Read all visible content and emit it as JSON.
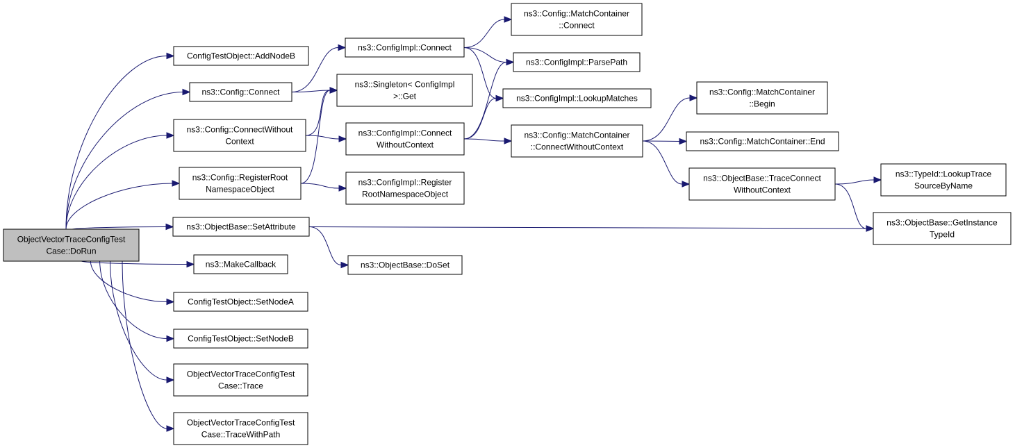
{
  "graph": {
    "nodes": [
      {
        "id": "root",
        "lines": [
          "ObjectVectorTraceConfigTest",
          "Case::DoRun"
        ],
        "root": true
      },
      {
        "id": "addB",
        "lines": [
          "ConfigTestObject::AddNodeB"
        ]
      },
      {
        "id": "cc",
        "lines": [
          "ns3::Config::Connect"
        ]
      },
      {
        "id": "cwc",
        "lines": [
          "ns3::Config::ConnectWithout",
          "Context"
        ]
      },
      {
        "id": "rrno",
        "lines": [
          "ns3::Config::RegisterRoot",
          "NamespaceObject"
        ]
      },
      {
        "id": "sa",
        "lines": [
          "ns3::ObjectBase::SetAttribute"
        ]
      },
      {
        "id": "mcb",
        "lines": [
          "ns3::MakeCallback"
        ]
      },
      {
        "id": "sna",
        "lines": [
          "ConfigTestObject::SetNodeA"
        ]
      },
      {
        "id": "snb",
        "lines": [
          "ConfigTestObject::SetNodeB"
        ]
      },
      {
        "id": "tr",
        "lines": [
          "ObjectVectorTraceConfigTest",
          "Case::Trace"
        ]
      },
      {
        "id": "twp",
        "lines": [
          "ObjectVectorTraceConfigTest",
          "Case::TraceWithPath"
        ]
      },
      {
        "id": "cic",
        "lines": [
          "ns3::ConfigImpl::Connect"
        ]
      },
      {
        "id": "sg",
        "lines": [
          "ns3::Singleton< ConfigImpl",
          ">::Get"
        ]
      },
      {
        "id": "cicw",
        "lines": [
          "ns3::ConfigImpl::Connect",
          "WithoutContext"
        ]
      },
      {
        "id": "cir",
        "lines": [
          "ns3::ConfigImpl::Register",
          "RootNamespaceObject"
        ]
      },
      {
        "id": "ds",
        "lines": [
          "ns3::ObjectBase::DoSet"
        ]
      },
      {
        "id": "mcc",
        "lines": [
          "ns3::Config::MatchContainer",
          "::Connect"
        ]
      },
      {
        "id": "pp",
        "lines": [
          "ns3::ConfigImpl::ParsePath"
        ]
      },
      {
        "id": "lm",
        "lines": [
          "ns3::ConfigImpl::LookupMatches"
        ]
      },
      {
        "id": "mccw",
        "lines": [
          "ns3::Config::MatchContainer",
          "::ConnectWithoutContext"
        ]
      },
      {
        "id": "mcbg",
        "lines": [
          "ns3::Config::MatchContainer",
          "::Begin"
        ]
      },
      {
        "id": "mce",
        "lines": [
          "ns3::Config::MatchContainer::End"
        ]
      },
      {
        "id": "tcw",
        "lines": [
          "ns3::ObjectBase::TraceConnect",
          "WithoutContext"
        ]
      },
      {
        "id": "lts",
        "lines": [
          "ns3::TypeId::LookupTrace",
          "SourceByName"
        ]
      },
      {
        "id": "git",
        "lines": [
          "ns3::ObjectBase::GetInstance",
          "TypeId"
        ]
      }
    ],
    "edges": [
      [
        "root",
        "addB"
      ],
      [
        "root",
        "cc"
      ],
      [
        "root",
        "cwc"
      ],
      [
        "root",
        "rrno"
      ],
      [
        "root",
        "sa"
      ],
      [
        "root",
        "mcb"
      ],
      [
        "root",
        "sna"
      ],
      [
        "root",
        "snb"
      ],
      [
        "root",
        "tr"
      ],
      [
        "root",
        "twp"
      ],
      [
        "cc",
        "cic"
      ],
      [
        "cc",
        "sg"
      ],
      [
        "cwc",
        "sg"
      ],
      [
        "cwc",
        "cicw"
      ],
      [
        "rrno",
        "sg"
      ],
      [
        "rrno",
        "cir"
      ],
      [
        "sa",
        "git"
      ],
      [
        "sa",
        "ds"
      ],
      [
        "cic",
        "mcc"
      ],
      [
        "cic",
        "pp"
      ],
      [
        "cic",
        "lm"
      ],
      [
        "cicw",
        "pp"
      ],
      [
        "cicw",
        "lm"
      ],
      [
        "cicw",
        "mccw"
      ],
      [
        "mccw",
        "mcbg"
      ],
      [
        "mccw",
        "mce"
      ],
      [
        "mccw",
        "tcw"
      ],
      [
        "tcw",
        "lts"
      ],
      [
        "tcw",
        "git"
      ]
    ]
  }
}
